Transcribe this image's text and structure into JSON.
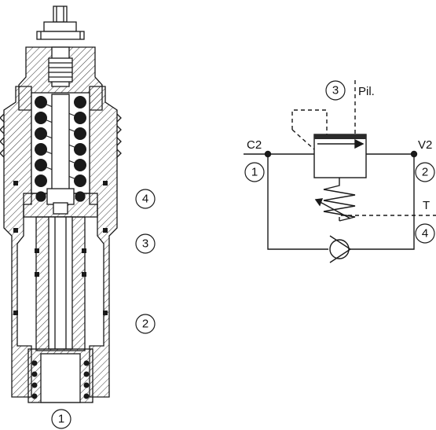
{
  "section_view": {
    "port_labels": [
      {
        "id": "p4",
        "text": "4"
      },
      {
        "id": "p3",
        "text": "3"
      },
      {
        "id": "p2",
        "text": "2"
      },
      {
        "id": "p1",
        "text": "1"
      }
    ]
  },
  "schematic": {
    "pilot_port": {
      "number": "3",
      "text": "Pil."
    },
    "left_port": {
      "name": "C2",
      "number": "1"
    },
    "right_port": {
      "name": "V2",
      "number": "2"
    },
    "tank_port": {
      "name": "T",
      "number": "4"
    }
  },
  "colors": {
    "line": "#1a1a1a",
    "fill_cap": "#2b2b2b",
    "hatch": "#3a3a3a",
    "accent": "#4a90d9"
  }
}
